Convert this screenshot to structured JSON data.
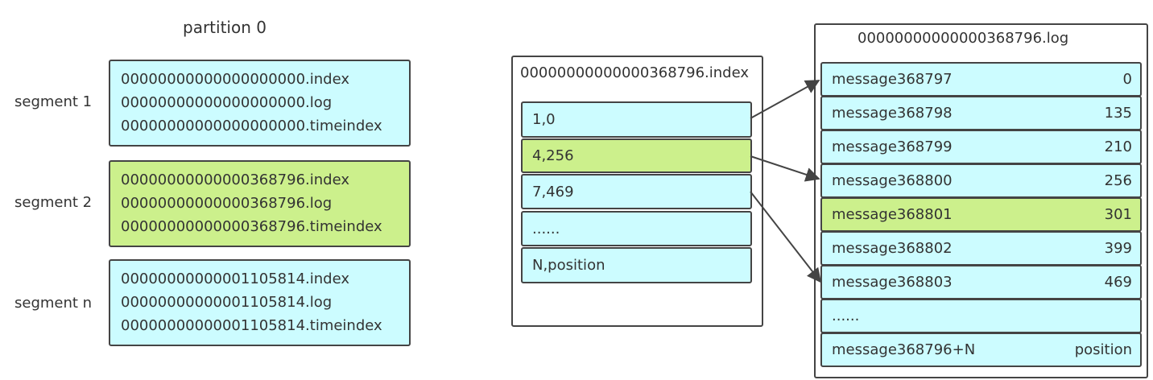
{
  "partition": {
    "title": "partition 0"
  },
  "segments": [
    {
      "label": "segment 1",
      "files": [
        "00000000000000000000.index",
        "00000000000000000000.log",
        "00000000000000000000.timeindex"
      ],
      "color": "#ccfcff"
    },
    {
      "label": "segment 2",
      "files": [
        "00000000000000368796.index",
        "00000000000000368796.log",
        "00000000000000368796.timeindex"
      ],
      "color": "#ccf08c"
    },
    {
      "label": "segment n",
      "files": [
        "00000000000001105814.index",
        "00000000000001105814.log",
        "00000000000001105814.timeindex"
      ],
      "color": "#ccfcff"
    }
  ],
  "index_file": {
    "title": "00000000000000368796.index",
    "entries": [
      "1,0",
      "4,256",
      "7,469",
      "......",
      "N,position"
    ],
    "highlight_entry": 1
  },
  "log_file": {
    "title": "00000000000000368796.log",
    "rows": [
      {
        "message": "message368797",
        "position": "0"
      },
      {
        "message": "message368798",
        "position": "135"
      },
      {
        "message": "message368799",
        "position": "210"
      },
      {
        "message": "message368800",
        "position": "256"
      },
      {
        "message": "message368801",
        "position": "301"
      },
      {
        "message": "message368802",
        "position": "399"
      },
      {
        "message": "message368803",
        "position": "469"
      },
      {
        "message": "......",
        "position": ""
      },
      {
        "message": "message368796+N",
        "position": "position"
      }
    ],
    "highlight_row": 4
  },
  "colors": {
    "cyan": "#ccfcff",
    "green": "#ccf08c",
    "border": "#444444"
  }
}
